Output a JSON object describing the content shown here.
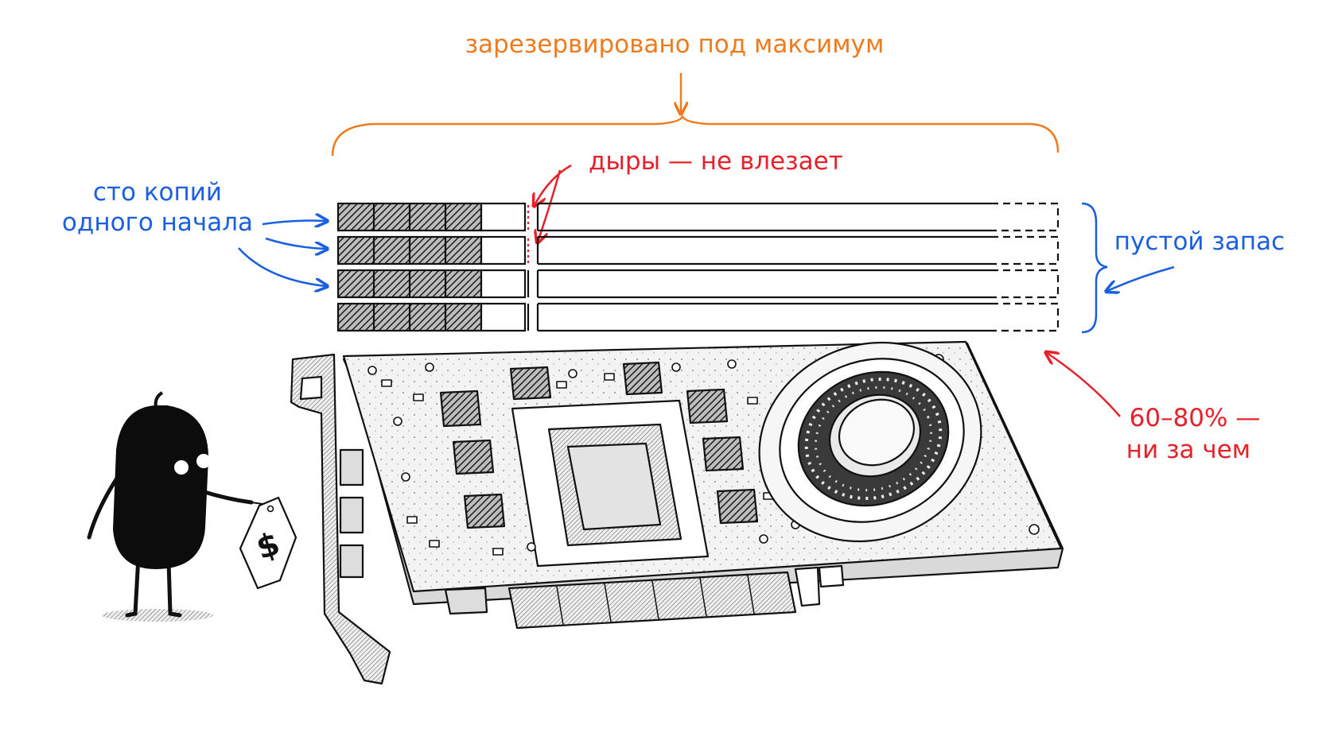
{
  "labels": {
    "reserved_max": "зарезервировано под максимум",
    "holes": "дыры — не влезает",
    "copies_line1": "сто копий",
    "copies_line2": "одного начала",
    "empty_reserve": "пустой запас",
    "waste_line1": "60–80% —",
    "waste_line2": "ни за чем",
    "price_tag": "$"
  },
  "colors": {
    "orange": "#f07a1e",
    "blue": "#1a5fe0",
    "red": "#e8202a",
    "ink": "#111111",
    "hatch": "#2a2a2a"
  },
  "memory_rows": {
    "count": 4,
    "filled_blocks_per_row": 4,
    "has_hole": [
      true,
      true,
      false,
      false
    ]
  },
  "icons": [
    "gpu-card-icon",
    "fan-icon",
    "creature-icon",
    "price-tag-icon"
  ]
}
